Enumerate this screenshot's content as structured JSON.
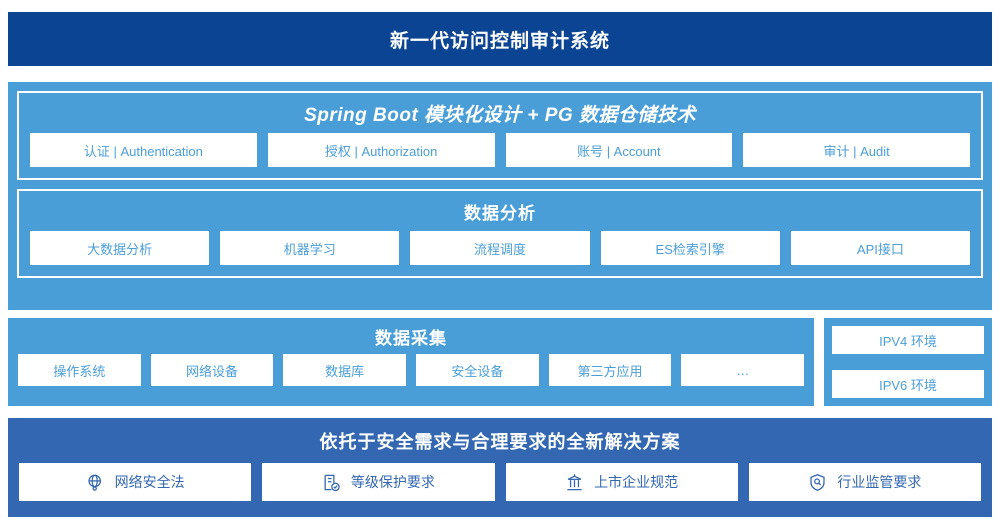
{
  "header": {
    "title": "新一代访问控制审计系统",
    "bg_color": "#0b4492",
    "text_color": "#ffffff"
  },
  "colors": {
    "panel_light_blue": "#4a9ed8",
    "panel_dark_blue": "#3367b1",
    "navy": "#0b4492",
    "chip_bg": "#ffffff"
  },
  "platform": {
    "blocks": [
      {
        "heading": "Spring Boot 模块化设计 + PG 数据仓储技术",
        "style": "italic",
        "chips": [
          {
            "label": "认证 | Authentication"
          },
          {
            "label": "授权 | Authorization"
          },
          {
            "label": "账号 | Account"
          },
          {
            "label": "审计 | Audit"
          }
        ]
      },
      {
        "heading": "数据分析",
        "style": "plain",
        "chips": [
          {
            "label": "大数据分析"
          },
          {
            "label": "机器学习"
          },
          {
            "label": "流程调度"
          },
          {
            "label": "ES检索引擎"
          },
          {
            "label": "API接口"
          }
        ]
      }
    ]
  },
  "collection": {
    "heading": "数据采集",
    "chips": [
      {
        "label": "操作系统"
      },
      {
        "label": "网络设备"
      },
      {
        "label": "数据库"
      },
      {
        "label": "安全设备"
      },
      {
        "label": "第三方应用"
      },
      {
        "label": "…"
      }
    ],
    "environments": [
      {
        "label": "IPV4 环境"
      },
      {
        "label": "IPV6 环境"
      }
    ]
  },
  "solution": {
    "heading": "依托于安全需求与合理要求的全新解决方案",
    "chips": [
      {
        "label": "网络安全法",
        "icon": "globe-icon"
      },
      {
        "label": "等级保护要求",
        "icon": "document-check-icon"
      },
      {
        "label": "上市企业规范",
        "icon": "bank-building-icon"
      },
      {
        "label": "行业监管要求",
        "icon": "shield-search-icon"
      }
    ]
  }
}
